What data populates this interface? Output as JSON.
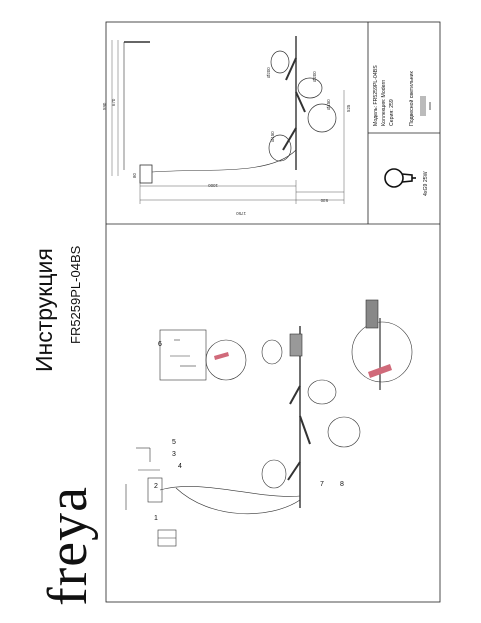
{
  "brand": "freya",
  "document": {
    "title": "Инструкция",
    "model_code": "FR5259PL-04BS"
  },
  "model_info": {
    "model": "Модель: FR5259PL-04BS",
    "collection": "Коллекция: Modern",
    "series": "Серия: 259",
    "type": "Подвесной светильник"
  },
  "lamp_spec": "4xG9 25W",
  "dimensions": {
    "total_length": "1750",
    "arm_length": "1000",
    "segment": "530",
    "ceiling_drop": "590",
    "height": "670",
    "side": "525",
    "cap": "80",
    "d1": "Ø200",
    "d2": "Ø200",
    "d3": "Ø150",
    "d4": "Ø150"
  },
  "steps": {
    "s1": "1",
    "s2": "2",
    "s3": "3",
    "s4": "4",
    "s5": "5",
    "s6": "6",
    "s7": "7",
    "s8": "8"
  },
  "colors": {
    "line": "#222222",
    "accent": "#d06a7a"
  }
}
